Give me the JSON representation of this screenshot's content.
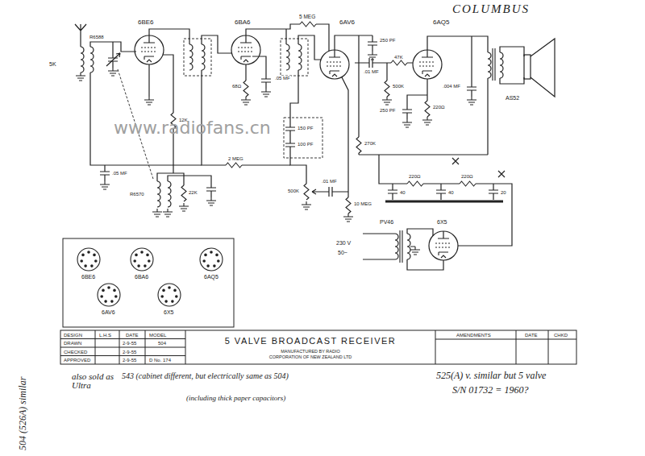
{
  "diagram": {
    "nodes": [
      {
        "text": [
          "5 VALVE BROADCAST RECEIVER",
          "MANUFACTURED BY RADIO CORPORATION OF NEW ZEALAND LTD"
        ]
      }
    ],
    "labels": [
      "COLUMBUS",
      "6BE6",
      "6BA6",
      "6AV6",
      "6AQ5",
      "5K",
      "R6588",
      "5 MEG",
      "250 PF",
      ".01 MF",
      "47K",
      "500K",
      "220Ω",
      "250 PF",
      ".004 MF",
      "AS52",
      ".05 MF",
      "68Ω",
      "12K",
      ".05 MF",
      "2 MEG",
      "150 PF",
      "100 PF",
      "270K",
      "500K",
      ".01 MF",
      "10 MEG",
      "220Ω",
      "220Ω",
      "40",
      "40",
      "20",
      "R6570",
      "22K",
      "PV46",
      "230 V",
      "50~",
      "6X5",
      "6BE6",
      "6BA6",
      "6AQ5",
      "6AV6",
      "6X5",
      "DESIGN",
      "DRAWN",
      "CHECKED",
      "APPROVED",
      "L.H.S",
      "DATE",
      "MODEL",
      "2-9-55",
      "2-9-55",
      "2-9-55",
      "504",
      "D No. 174",
      "AMENDMENTS",
      "DATE",
      "CHKD",
      "504 (526A) similar",
      "also sold as Ultra",
      "543 (cabinet different, but electrically same as 504)",
      "(including thick paper capacitors)",
      "525(A) v. similar but 5 valve",
      "S/N 01732 = 1960?",
      "www.radiofans.cn"
    ]
  }
}
